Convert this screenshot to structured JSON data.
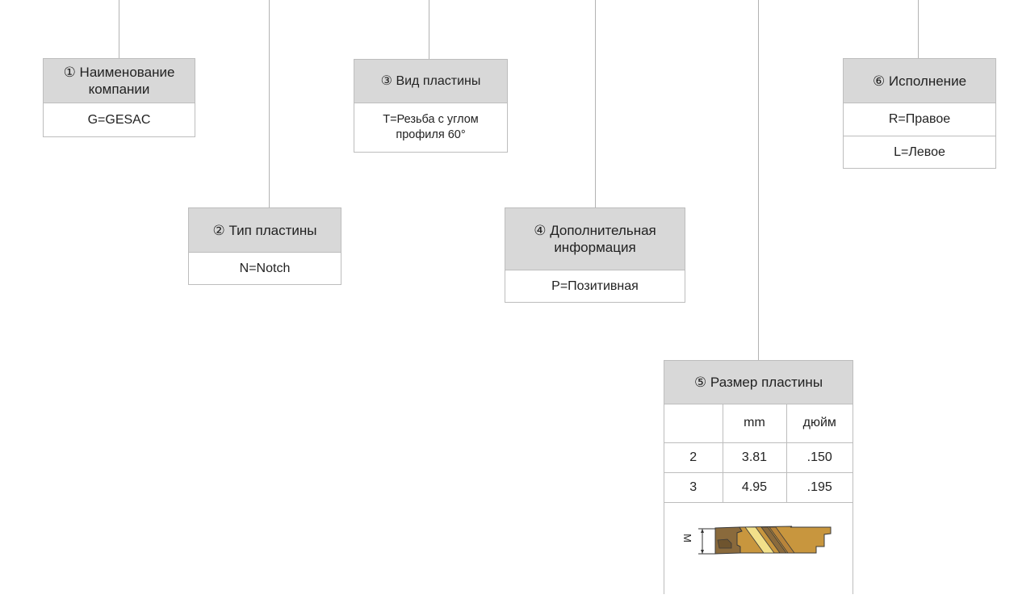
{
  "boxes": {
    "company": {
      "header": "① Наименование\nкомпании",
      "values": [
        "G=GESAC"
      ]
    },
    "insert_type": {
      "header": "② Тип пластины",
      "values": [
        "N=Notch"
      ]
    },
    "insert_kind": {
      "header": "③ Вид пластины",
      "values": [
        "T=Резьба с углом\nпрофиля 60°"
      ]
    },
    "additional_info": {
      "header": "④ Дополнительная\nинформация",
      "values": [
        "P=Позитивная"
      ]
    },
    "insert_size": {
      "header": "⑤ Размер пластины",
      "columns": [
        "",
        "mm",
        "дюйм"
      ],
      "rows": [
        [
          "2",
          "3.81",
          ".150"
        ],
        [
          "3",
          "4.95",
          ".195"
        ]
      ],
      "dimension_label": "M"
    },
    "execution": {
      "header": "⑥ Исполнение",
      "values": [
        "R=Правое",
        "L=Левое"
      ]
    }
  },
  "colors": {
    "header_bg": "#d8d8d8",
    "border": "#bdbdbd",
    "connector": "#b3b3b3",
    "insert_body": "#c8963e",
    "insert_highlight": "#f2e08a"
  }
}
